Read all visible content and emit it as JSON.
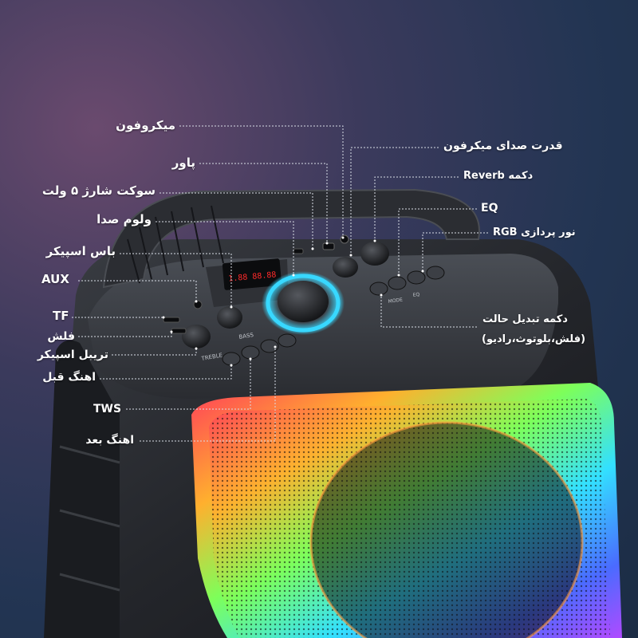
{
  "labels_left": {
    "microphone": "میکروفون",
    "power": "پاور",
    "charge_socket": "سوکت شارژ ۵ ولت",
    "volume": "ولوم صدا",
    "bass": "باس اسپیکر",
    "aux": "AUX",
    "tf": "TF",
    "flash": "فلش",
    "treble": "تریبل اسپیکر",
    "prev_track": "اهنگ قبل",
    "tws": "TWS",
    "next_track": "اهنگ بعد"
  },
  "labels_right": {
    "mic_volume": "قدرت صدای میکرفون",
    "reverb": "دکمه Reverb",
    "eq": "EQ",
    "rgb": "نور پردازی RGB",
    "mode_line1": "دکمه تبدیل حالت",
    "mode_line2": "(فلش،بلوتوث،رادیو)"
  },
  "device": {
    "lcd_text": "1.88 88.88",
    "panel_labels": {
      "treble": "TREBLE",
      "bass": "BASS",
      "mode": "MODE",
      "eq": "EQ"
    }
  },
  "colors": {
    "leader_line": "#d8dde6",
    "label_text": "#ffffff",
    "lcd_red": "#ff2a2a",
    "ring_cyan": "#38d8ff",
    "speaker_body": "#1e2024"
  }
}
